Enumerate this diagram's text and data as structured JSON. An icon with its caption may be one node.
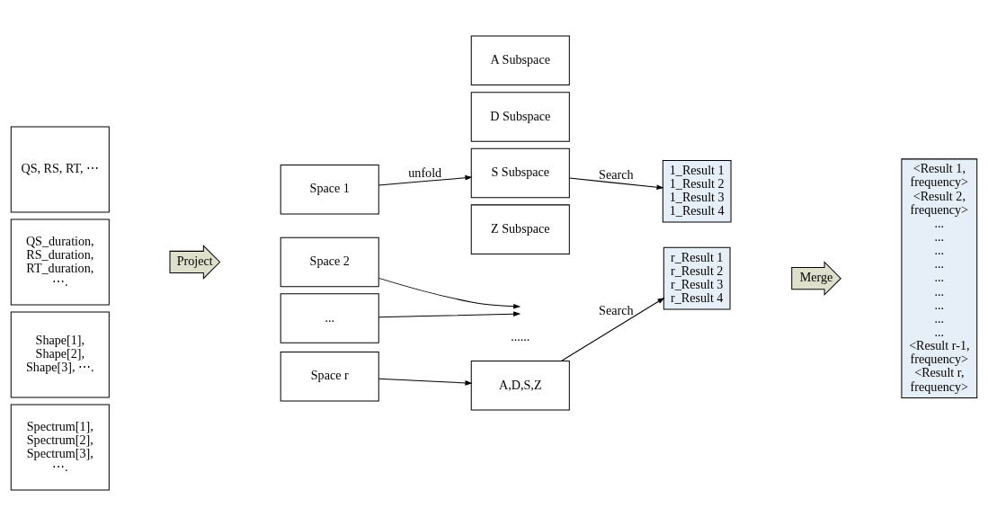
{
  "diagram": {
    "nodes": [
      {
        "text": [
          "QS, RS, RT, ⋯"
        ]
      },
      {
        "text": [
          "QS_duration, RS_duration, RT_duration, ⋯."
        ]
      },
      {
        "text": [
          "Shape[1], Shape[2], Shape[3], ⋯."
        ]
      },
      {
        "text": [
          "Spectrum[1], Spectrum[2], Spectrum[3], ⋯."
        ]
      },
      {
        "text": [
          "Project"
        ]
      },
      {
        "text": [
          "Space 1"
        ]
      },
      {
        "text": [
          "Space 2"
        ]
      },
      {
        "text": [
          "..."
        ]
      },
      {
        "text": [
          "Space r"
        ]
      },
      {
        "text": [
          "A Subspace"
        ]
      },
      {
        "text": [
          "D Subspace"
        ]
      },
      {
        "text": [
          "S Subspace"
        ]
      },
      {
        "text": [
          "Z Subspace"
        ]
      },
      {
        "text": [
          "A,D,S,Z"
        ]
      },
      {
        "text": [
          "1_Result 1",
          "1_Result 2",
          "1_Result 3",
          "1_Result 4"
        ]
      },
      {
        "text": [
          "r_Result 1",
          "r_Result 2",
          "r_Result 3",
          "r_Result 4"
        ]
      },
      {
        "text": [
          "Merge"
        ]
      },
      {
        "text": [
          "<Result 1, frequency>",
          "<Result 2, frequency>",
          "...",
          "...",
          "...",
          "...",
          "...",
          "...",
          "...",
          "...",
          "...",
          "<Result r-1, frequency>",
          "<Result r, frequency>"
        ]
      }
    ],
    "edges": [
      {
        "from": 5,
        "to": 11,
        "label": "unfold",
        "arrow": "to"
      },
      {
        "from": 11,
        "to": 14,
        "label": "Search",
        "arrow": "to"
      },
      {
        "from": 6,
        "to": null,
        "arrow": "to"
      },
      {
        "from": 7,
        "to": null,
        "arrow": "to"
      },
      {
        "from": 8,
        "to": 13,
        "arrow": "to"
      },
      {
        "from": 13,
        "to": 15,
        "label": "Search",
        "arrow": "to"
      }
    ],
    "labels": [
      "......"
    ]
  }
}
